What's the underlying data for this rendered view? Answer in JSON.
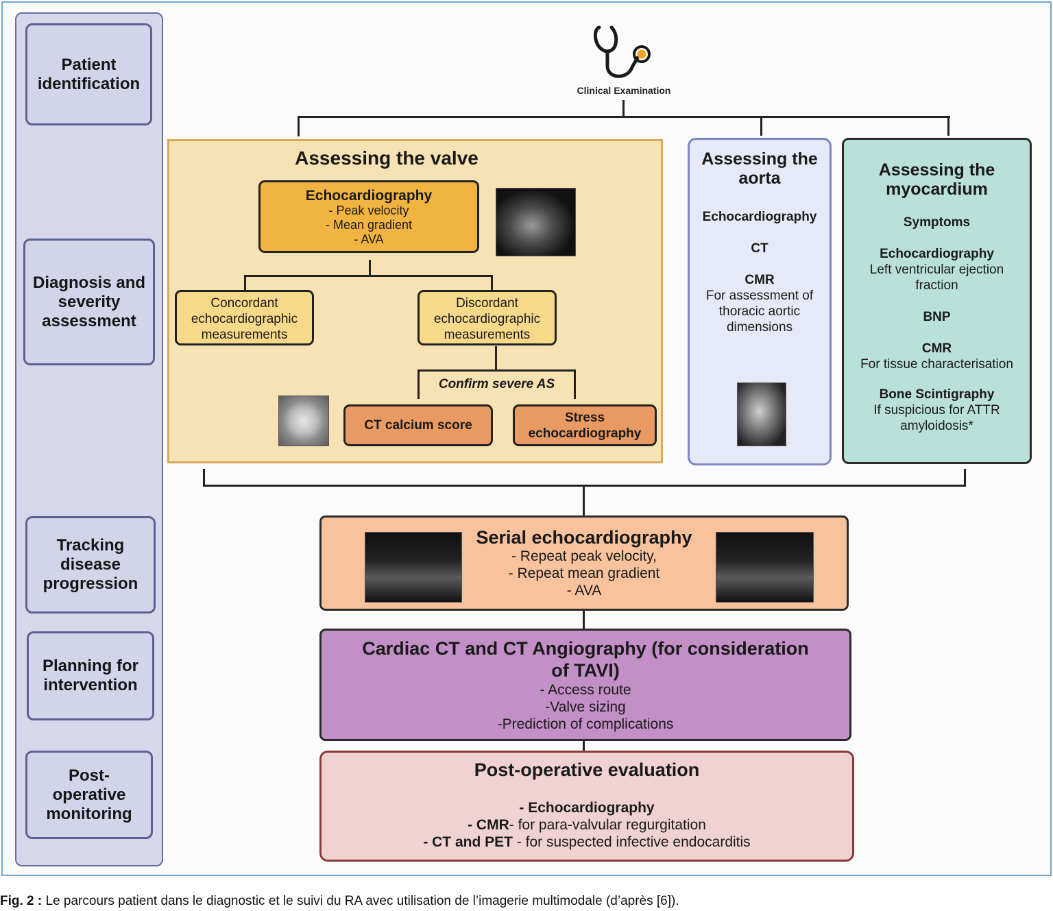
{
  "stages": {
    "patient_identification": "Patient\nidentification",
    "diagnosis": "Diagnosis and\nseverity\nassessment",
    "tracking": "Tracking\ndisease\nprogression",
    "planning": "Planning for\nintervention",
    "post_operative": "Post-\noperative\nmonitoring"
  },
  "clinical_exam": {
    "label": "Clinical Examination",
    "icon": "stethoscope-icon"
  },
  "valve": {
    "title": "Assessing the valve",
    "echo_title": "Echocardiography",
    "echo_items": "- Peak velocity\n- Mean gradient\n- AVA",
    "concordant": "Concordant\nechocardiographic\nmeasurements",
    "discordant": "Discordant\nechocardiographic\nmeasurements",
    "confirm": "Confirm severe AS",
    "ct_calcium": "CT calcium score",
    "stress_echo": "Stress\nechocardiography"
  },
  "aorta": {
    "title": "Assessing the\naorta",
    "echo": "Echocardiography",
    "ct": "CT",
    "cmr": "CMR",
    "cmr_desc": "For assessment of\nthoracic aortic\ndimensions"
  },
  "myocardium": {
    "title": "Assessing the\nmyocardium",
    "symptoms": "Symptoms",
    "echo": "Echocardiography",
    "echo_desc": "Left ventricular ejection\nfraction",
    "bnp": "BNP",
    "cmr": "CMR",
    "cmr_desc": "For tissue characterisation",
    "bone": "Bone Scintigraphy",
    "bone_desc": "If suspicious for ATTR\namyloidosis*"
  },
  "serial": {
    "title": "Serial echocardiography",
    "items": "- Repeat peak velocity,\n- Repeat mean gradient\n- AVA"
  },
  "cardiac_ct": {
    "title": "Cardiac CT and CT Angiography (for consideration\nof TAVI)",
    "items": "- Access route\n-Valve sizing\n-Prediction of complications"
  },
  "post_op": {
    "title": "Post-operative evaluation",
    "item1_bold": "- Echocardiography",
    "item2_bold": "- CMR",
    "item2_rest": "- for para-valvular regurgitation",
    "item3_bold": "- CT and PET",
    "item3_rest": " - for suspected infective endocarditis"
  },
  "caption": {
    "label": "Fig. 2 :",
    "text": " Le parcours patient dans le diagnostic et le suivi du RA avec utilisation de l’imagerie multimodale (d’après [6])."
  },
  "colors": {
    "stage_fill": "#d2d4ea",
    "valve_panel": "#f6e2b3",
    "echo_box": "#f2b440",
    "measure_box": "#f7d98a",
    "ct_box": "#e99a63",
    "aorta_panel": "#e6e9f7",
    "myocardium_panel": "#b9e1da",
    "serial_box": "#f8c29c",
    "cardiac_ct_box": "#c28fc6",
    "post_op_box": "#f0d2d2"
  }
}
